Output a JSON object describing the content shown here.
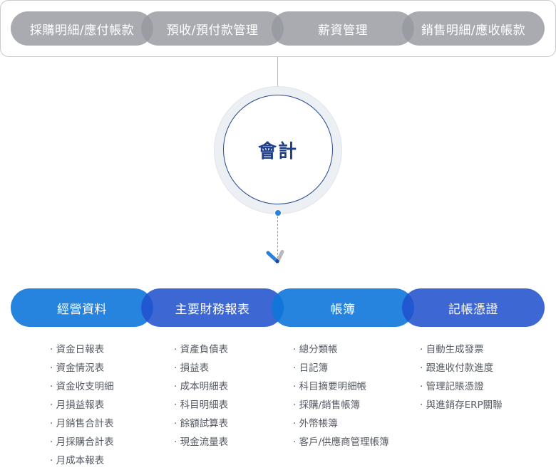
{
  "top_modules": [
    {
      "label": "採購明細/應付帳款"
    },
    {
      "label": "預收/預付款管理"
    },
    {
      "label": "薪資管理"
    },
    {
      "label": "銷售明細/應收帳款"
    }
  ],
  "center": {
    "label": "會計"
  },
  "colors": {
    "top_pill": "#a2a4a9",
    "overlap_gray": "#6d7079",
    "blue_primary": "#2383dc",
    "blue_secondary": "#3a67d4",
    "overlap_blue": "#0a39b9",
    "center_text": "#1f3f88",
    "dot": "#2c7fe0"
  },
  "categories": [
    {
      "label": "經營資料",
      "items": [
        "資金日報表",
        "資金情況表",
        "資金收支明細",
        "月損益報表",
        "月銷售合計表",
        "月採購合計表",
        "月成本報表"
      ]
    },
    {
      "label": "主要財務報表",
      "items": [
        "資產負債表",
        "損益表",
        "成本明細表",
        "科目明細表",
        "餘額試算表",
        "現金流量表"
      ]
    },
    {
      "label": "帳簿",
      "items": [
        "總分類帳",
        "日記簿",
        "科目摘要明細帳",
        "採購/銷售帳簿",
        "外幣帳簿",
        "客戶/供應商管理帳簿"
      ]
    },
    {
      "label": "記帳憑證",
      "items": [
        "自動生成發票",
        "跟進收付款進度",
        "管理記賬憑證",
        "與進銷存ERP關聯"
      ]
    }
  ],
  "bullet": "·"
}
